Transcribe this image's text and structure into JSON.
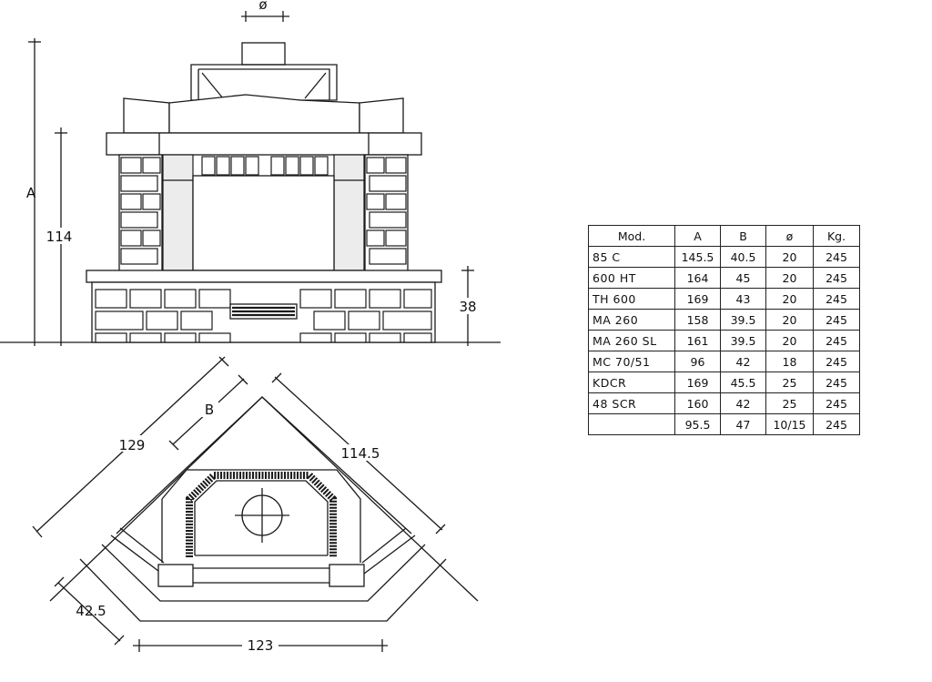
{
  "front_view": {
    "dim_top": "ø",
    "dim_height_total": "A",
    "dim_height_opening": "114",
    "dim_base": "38"
  },
  "plan_view": {
    "dim_b": "B",
    "dim_diag_left": "129",
    "dim_diag_right": "114.5",
    "dim_depth": "42.5",
    "dim_width": "123"
  },
  "table": {
    "headers": [
      "Mod.",
      "A",
      "B",
      "ø",
      "Kg."
    ],
    "rows": [
      [
        "85 C",
        "145.5",
        "40.5",
        "20",
        "245"
      ],
      [
        "600 HT",
        "164",
        "45",
        "20",
        "245"
      ],
      [
        "TH 600",
        "169",
        "43",
        "20",
        "245"
      ],
      [
        "MA 260",
        "158",
        "39.5",
        "20",
        "245"
      ],
      [
        "MA 260 SL",
        "161",
        "39.5",
        "20",
        "245"
      ],
      [
        "MC 70/51",
        "96",
        "42",
        "18",
        "245"
      ],
      [
        "KDCR",
        "169",
        "45.5",
        "25",
        "245"
      ],
      [
        "48 SCR",
        "160",
        "42",
        "25",
        "245"
      ],
      [
        "",
        "95.5",
        "47",
        "10/15",
        "245"
      ]
    ]
  }
}
